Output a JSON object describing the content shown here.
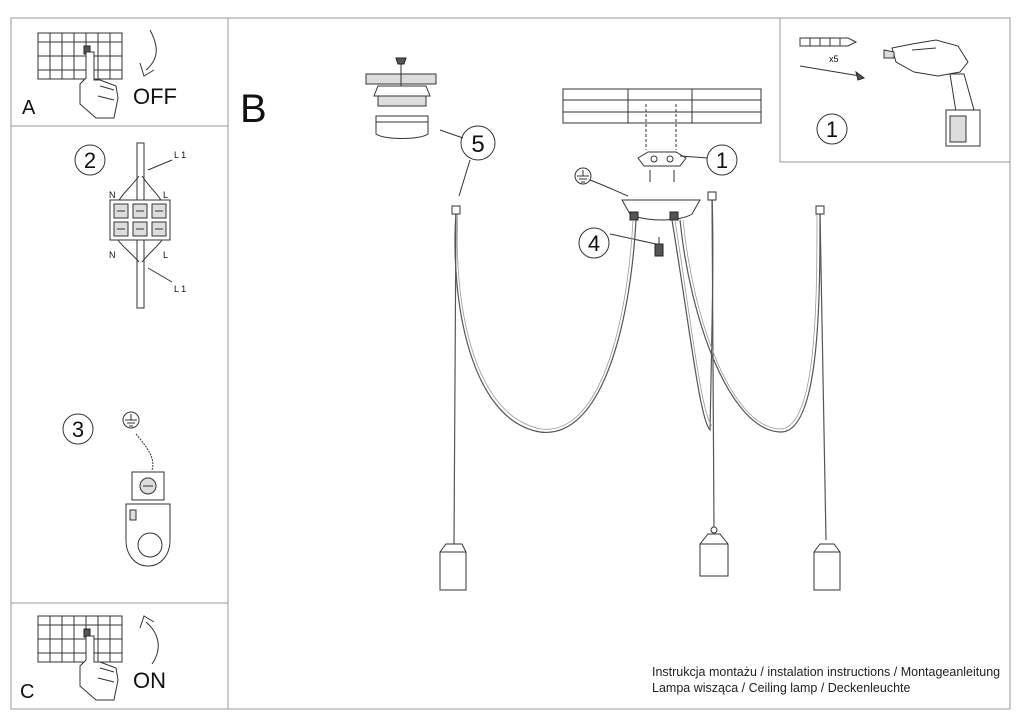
{
  "panels": {
    "a": {
      "letter": "A",
      "switch_label": "OFF"
    },
    "b": {
      "letter": "B"
    },
    "c": {
      "letter": "C",
      "switch_label": "ON"
    }
  },
  "steps": {
    "tools": "1",
    "bracket": "1",
    "wiring": "2",
    "ground": "3",
    "cap": "4",
    "canopy": "5"
  },
  "wiring": {
    "l1_top": "L 1",
    "l1_bottom": "L 1",
    "n_top": "N",
    "l_top": "L",
    "n_bottom": "N",
    "l_bottom": "L"
  },
  "tools": {
    "screw_count": "x5"
  },
  "footer": {
    "line1": "Instrukcja montażu / instalation instructions / Montageanleitung",
    "line2": "Lampa wisząca / Ceiling lamp / Deckenleuchte"
  },
  "icons": [
    "breaker-icon",
    "hand-icon",
    "arrow-down-icon",
    "arrow-up-icon",
    "ground-symbol-icon",
    "drill-icon",
    "dowel-icon",
    "screw-icon",
    "terminal-block-icon",
    "lamp-socket-icon"
  ]
}
